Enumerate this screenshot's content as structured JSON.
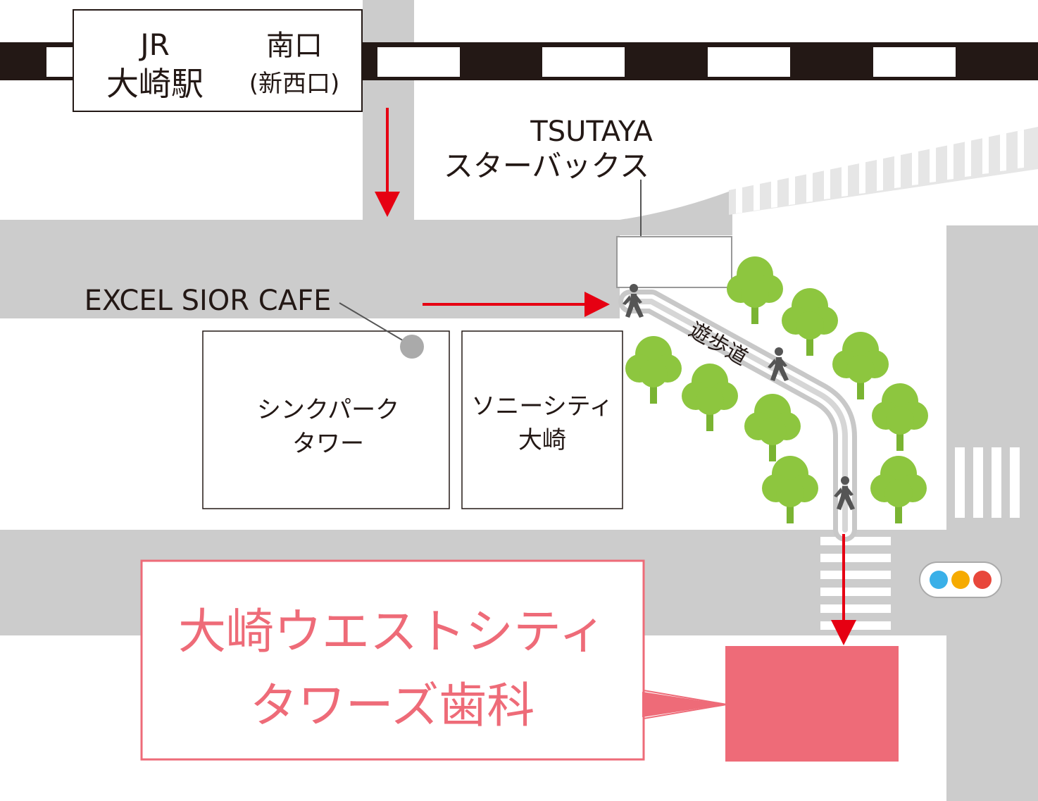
{
  "station": {
    "line1": "JR",
    "line2": "大崎駅",
    "exit1": "南口",
    "exit2": "(新西口)"
  },
  "landmarks": {
    "tsutaya_line1": "TSUTAYA",
    "tsutaya_line2": "スターバックス",
    "cafe": "EXCEL SIOR CAFE",
    "thinkpark_line1": "シンクパーク",
    "thinkpark_line2": "タワー",
    "sony_line1": "ソニーシティ",
    "sony_line2": "大崎",
    "promenade": "遊歩道"
  },
  "destination": {
    "line1": "大崎ウエストシティ",
    "line2": "タワーズ歯科"
  },
  "colors": {
    "road": "#cccccc",
    "rail": "#231815",
    "arrow": "#e60012",
    "tree": "#8dc63f",
    "trunk": "#7ab432",
    "destination": "#ee6b78",
    "signal": [
      "#3ab0e8",
      "#f6ab00",
      "#e8473b"
    ]
  },
  "icons": [
    "walker-icon",
    "tree-icon",
    "traffic-signal-icon",
    "arrow-icon"
  ]
}
